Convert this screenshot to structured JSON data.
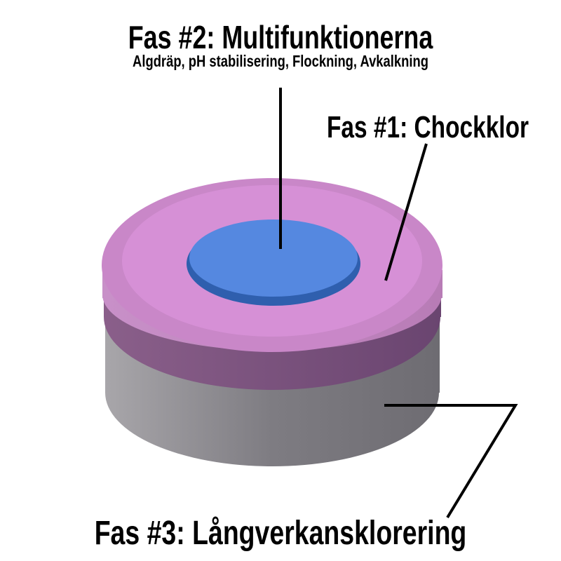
{
  "labels": {
    "phase2_title": "Fas #2: Multifunktionerna",
    "phase2_subtitle": "Algdräp, pH stabilisering, Flockning, Avkalkning",
    "phase1_title": "Fas #1: Chockklor",
    "phase3_title": "Fas #3: Långverkansklorering"
  },
  "colors": {
    "core": "#5588e0",
    "middle_layer": "#d690d6",
    "bottom_layer": "#7d7b80"
  }
}
